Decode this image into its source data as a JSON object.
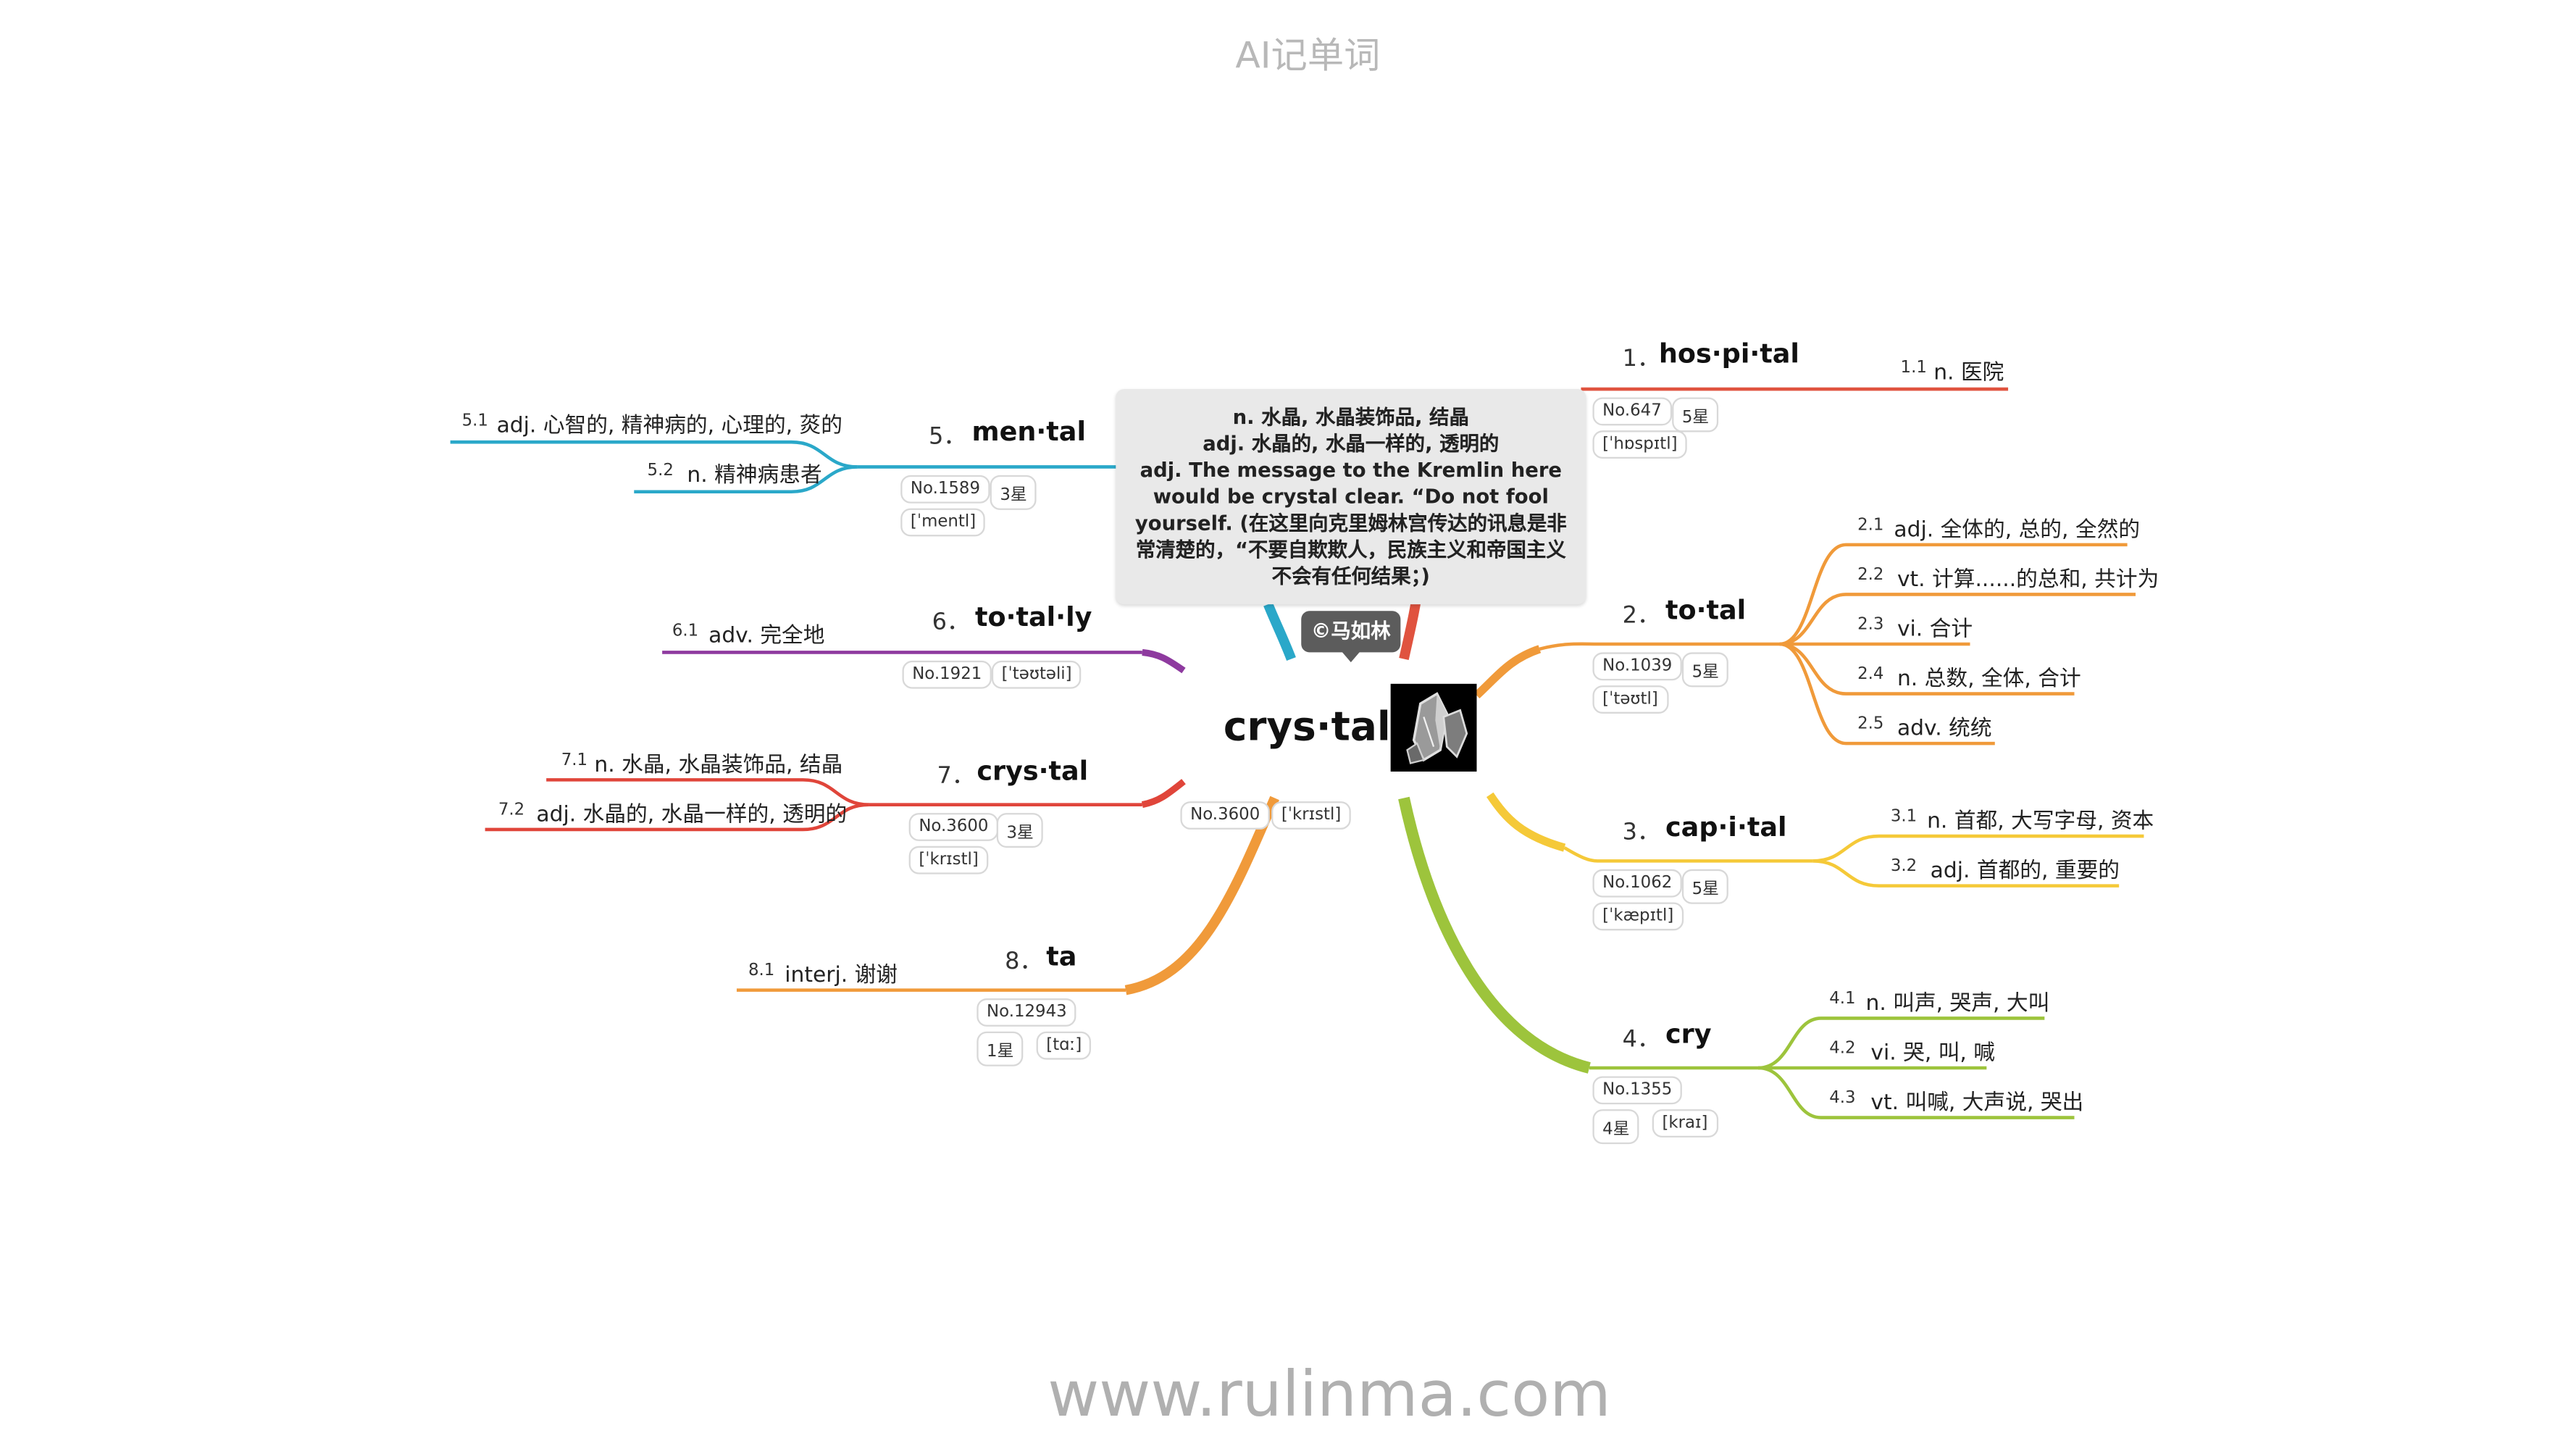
{
  "header": {
    "title": "AI记单词"
  },
  "footer": {
    "url": "www.rulinma.com"
  },
  "colors": {
    "b1": "#e0533f",
    "b2": "#f09a3a",
    "b3": "#f5c938",
    "b4": "#9dc43c",
    "b5": "#2aa8c9",
    "b6": "#8e3a9f",
    "b7": "#e0453a",
    "b8": "#f09a3a",
    "note_bg": "#e9e9e9",
    "badge_bg": "#5c5c5c"
  },
  "center": {
    "word": "crys·tal",
    "no": "No.3600",
    "phonetic": "[ˈkrɪstl]",
    "image_icon": "crystal-photo-icon",
    "badge": "©马如林",
    "note": [
      "n. 水晶, 水晶装饰品, 结晶",
      "adj. 水晶的, 水晶一样的, 透明的",
      "adj. The message to the Kremlin here",
      "would be crystal clear. “Do not fool",
      "yourself. (在这里向克里姆林宫传达的讯息是非",
      "常清楚的，“不要自欺欺人，民族主义和帝国主义",
      "不会有任何结果；)"
    ]
  },
  "branches": [
    {
      "num": "1．",
      "word": "hos·pi·tal",
      "no": "No.647",
      "stars": "5星",
      "phonetic": "[ˈhɒspɪtl]",
      "defs": [
        {
          "id": "1.1",
          "text": "n. 医院"
        }
      ]
    },
    {
      "num": "2．",
      "word": "to·tal",
      "no": "No.1039",
      "stars": "5星",
      "phonetic": "[ˈtəʊtl]",
      "defs": [
        {
          "id": "2.1",
          "text": "adj. 全体的, 总的, 全然的"
        },
        {
          "id": "2.2",
          "text": "vt. 计算......的总和, 共计为"
        },
        {
          "id": "2.3",
          "text": "vi. 合计"
        },
        {
          "id": "2.4",
          "text": "n. 总数, 全体, 合计"
        },
        {
          "id": "2.5",
          "text": "adv. 统统"
        }
      ]
    },
    {
      "num": "3．",
      "word": "cap·i·tal",
      "no": "No.1062",
      "stars": "5星",
      "phonetic": "[ˈkæpɪtl]",
      "defs": [
        {
          "id": "3.1",
          "text": "n. 首都, 大写字母, 资本"
        },
        {
          "id": "3.2",
          "text": "adj. 首都的, 重要的"
        }
      ]
    },
    {
      "num": "4．",
      "word": "cry",
      "no": "No.1355",
      "stars": "4星",
      "phonetic": "[kraɪ]",
      "defs": [
        {
          "id": "4.1",
          "text": "n. 叫声, 哭声, 大叫"
        },
        {
          "id": "4.2",
          "text": "vi. 哭, 叫, 喊"
        },
        {
          "id": "4.3",
          "text": "vt. 叫喊, 大声说, 哭出"
        }
      ]
    },
    {
      "num": "5．",
      "word": "men·tal",
      "no": "No.1589",
      "stars": "3星",
      "phonetic": "[ˈmentl]",
      "defs": [
        {
          "id": "5.1",
          "text": "adj. 心智的, 精神病的, 心理的, 菼的"
        },
        {
          "id": "5.2",
          "text": "n. 精神病患者"
        }
      ]
    },
    {
      "num": "6．",
      "word": "to·tal·ly",
      "no": "No.1921",
      "phonetic": "[ˈtəʊtəli]",
      "defs": [
        {
          "id": "6.1",
          "text": "adv. 完全地"
        }
      ]
    },
    {
      "num": "7．",
      "word": "crys·tal",
      "no": "No.3600",
      "stars": "3星",
      "phonetic": "[ˈkrɪstl]",
      "defs": [
        {
          "id": "7.1",
          "text": "n. 水晶, 水晶装饰品, 结晶"
        },
        {
          "id": "7.2",
          "text": "adj. 水晶的, 水晶一样的, 透明的"
        }
      ]
    },
    {
      "num": "8．",
      "word": "ta",
      "no": "No.12943",
      "stars": "1星",
      "phonetic": "[tɑː]",
      "defs": [
        {
          "id": "8.1",
          "text": "interj. 谢谢"
        }
      ]
    }
  ]
}
